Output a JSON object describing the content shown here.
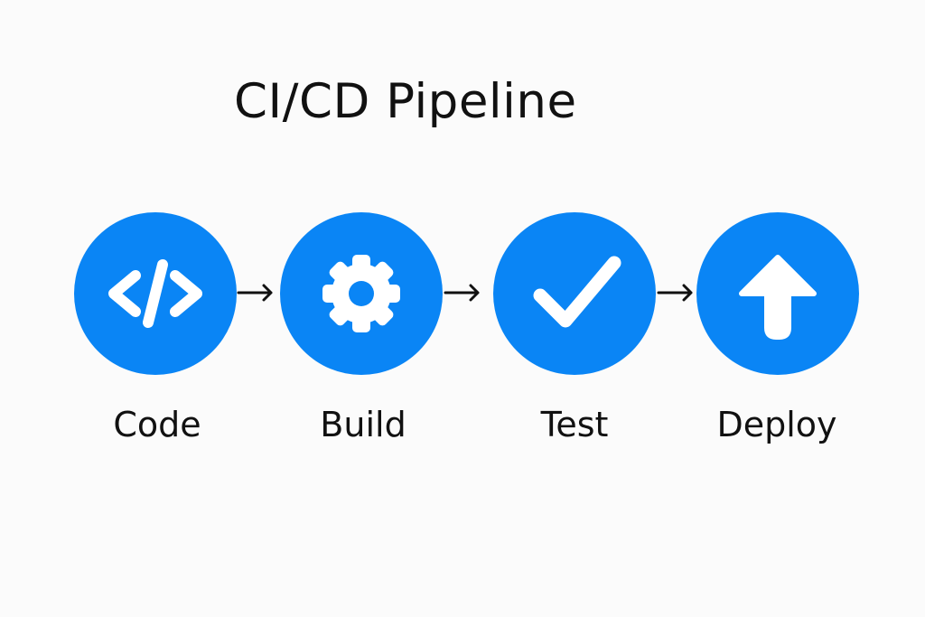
{
  "title": "CI/CD Pipeline",
  "colors": {
    "accent": "#0a85f5",
    "icon": "#ffffff",
    "text": "#111111",
    "background": "#fbfbfb"
  },
  "stages": [
    {
      "label": "Code",
      "icon": "code-icon"
    },
    {
      "label": "Build",
      "icon": "gear-icon"
    },
    {
      "label": "Test",
      "icon": "checkmark-icon"
    },
    {
      "label": "Deploy",
      "icon": "arrow-up-icon"
    }
  ]
}
